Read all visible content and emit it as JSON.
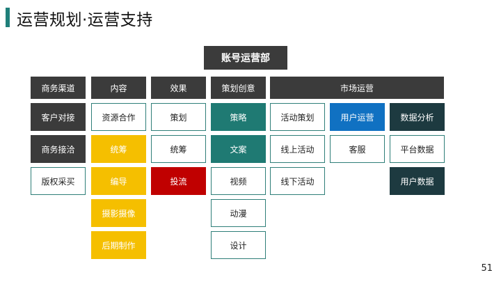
{
  "slide": {
    "title": "运营规划·运营支持",
    "page_number": "51"
  },
  "diagram": {
    "root": "账号运营部",
    "columns": [
      {
        "header": "商务渠道",
        "items": [
          "客户对接",
          "商务接洽",
          "版权采买"
        ]
      },
      {
        "header": "内容",
        "items": [
          "资源合作",
          "统筹",
          "编导",
          "摄影摄像",
          "后期制作"
        ]
      },
      {
        "header": "效果",
        "items": [
          "策划",
          "统筹",
          "投流"
        ]
      },
      {
        "header": "策划创意",
        "items": [
          "策略",
          "文案",
          "视频",
          "动漫",
          "设计"
        ]
      },
      {
        "header": "市场运营",
        "groups": [
          [
            "活动策划",
            "线上活动",
            "线下活动"
          ],
          [
            "用户运营",
            "客服"
          ],
          [
            "数据分析",
            "平台数据",
            "用户数据"
          ]
        ]
      }
    ]
  },
  "colors": {
    "accent_bar": "#1f7f7a",
    "header_dark": "#3b3b3b",
    "teal": "#1f7a73",
    "yellow": "#f5bf00",
    "red": "#c00000",
    "blue": "#1071c2",
    "navy": "#1d3a40"
  }
}
